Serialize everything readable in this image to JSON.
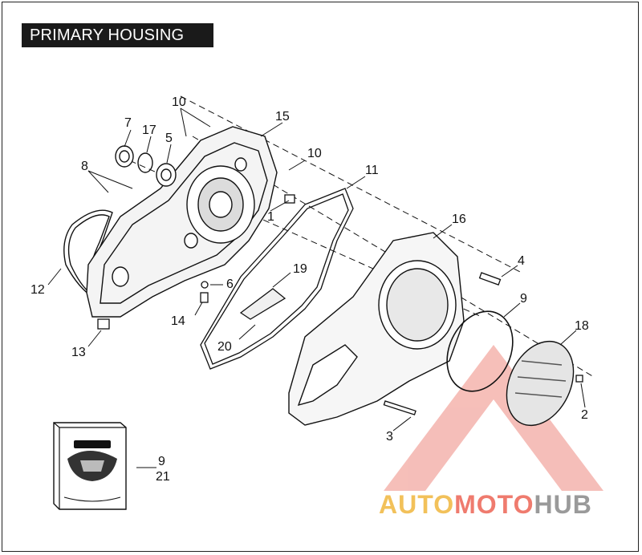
{
  "title": "PRIMARY HOUSING",
  "callouts": {
    "c1": "1",
    "c2": "2",
    "c3": "3",
    "c4": "4",
    "c5": "5",
    "c6": "6",
    "c7": "7",
    "c8": "8",
    "c9a": "9",
    "c9b": "9",
    "c10a": "10",
    "c10b": "10",
    "c11": "11",
    "c12": "12",
    "c13": "13",
    "c14": "14",
    "c15": "15",
    "c16": "16",
    "c17": "17",
    "c18": "18",
    "c19": "19",
    "c20": "20",
    "c21": "21"
  },
  "watermark": {
    "part1": "AUTO",
    "part2": "MOTO",
    "part3": "HUB"
  },
  "colors": {
    "watermark_red": "#e64b3c",
    "watermark_yellow": "#f2c15a",
    "line": "#111111"
  }
}
